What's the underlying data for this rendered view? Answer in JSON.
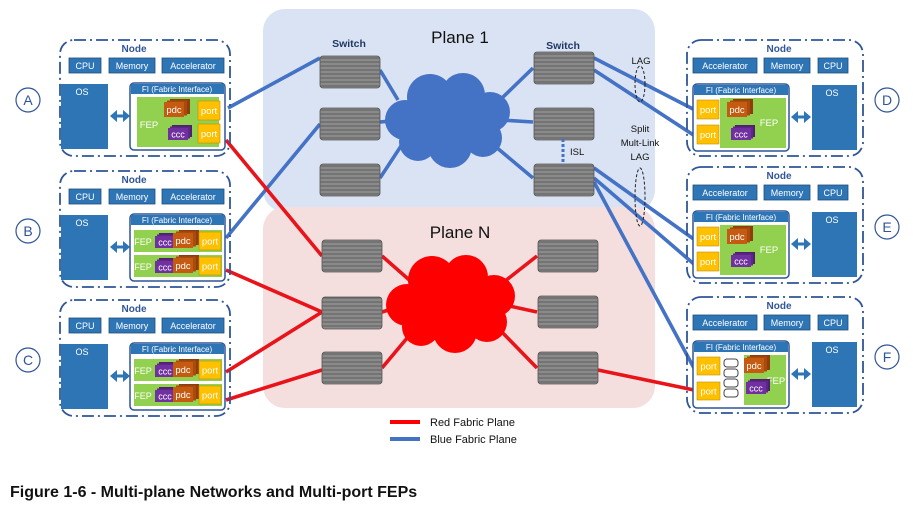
{
  "planes": {
    "plane1": "Plane 1",
    "planeN": "Plane N",
    "switch_label": "Switch",
    "isl": "ISL",
    "lag": "LAG",
    "split": [
      "Split",
      "Mult-Link",
      "LAG"
    ]
  },
  "node": {
    "title": "Node",
    "cpu": "CPU",
    "memory": "Memory",
    "accelerator": "Accelerator",
    "os": "OS",
    "fi": "FI (Fabric Interface)",
    "fep": "FEP",
    "pdc": "pdc",
    "ccc": "ccc",
    "port": "port"
  },
  "nodes": [
    "A",
    "B",
    "C",
    "D",
    "E",
    "F"
  ],
  "legend": {
    "red": "Red Fabric Plane",
    "blue": "Blue Fabric Plane"
  },
  "colors": {
    "red_plane": "#e8141a",
    "blue_plane": "#4472c4",
    "node_border": "#2f5597",
    "box_fill": "#2e75b6",
    "fep_green": "#92d050",
    "port_yellow": "#ffc000",
    "pdc_orange": "#c55a11",
    "ccc_purple": "#7030a0"
  },
  "caption": "Figure 1-6 - Multi-plane Networks and Multi-port FEPs"
}
